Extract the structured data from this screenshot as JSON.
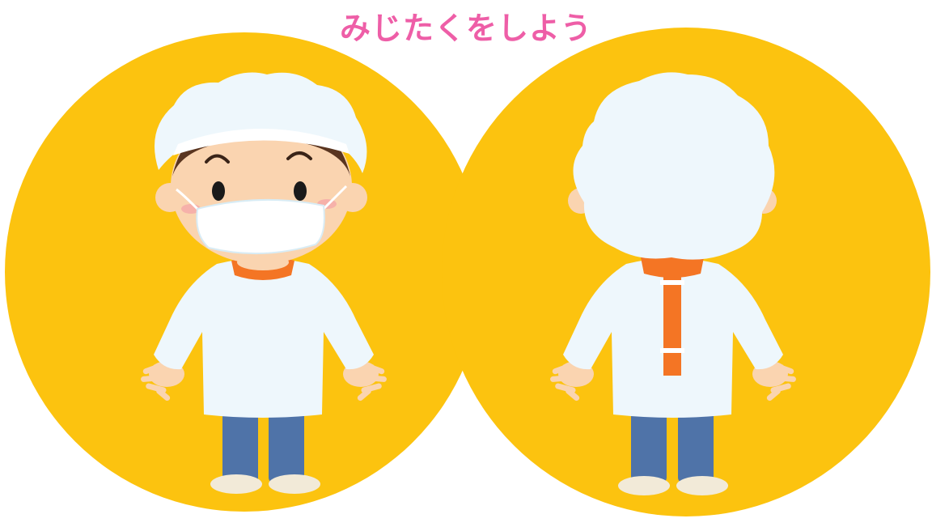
{
  "title": "みじたくをしよう",
  "colors": {
    "title": "#ee5ea7",
    "background_circle": "#fcc30f",
    "coat": "#eef7fc",
    "collar_accent": "#f47524",
    "pants": "#4f73a8",
    "skin": "#fad4b0",
    "shoes": "#f2ead8"
  },
  "illustrations": [
    {
      "name": "front-view",
      "icon": "child-front-figure"
    },
    {
      "name": "back-view",
      "icon": "child-back-figure"
    }
  ]
}
